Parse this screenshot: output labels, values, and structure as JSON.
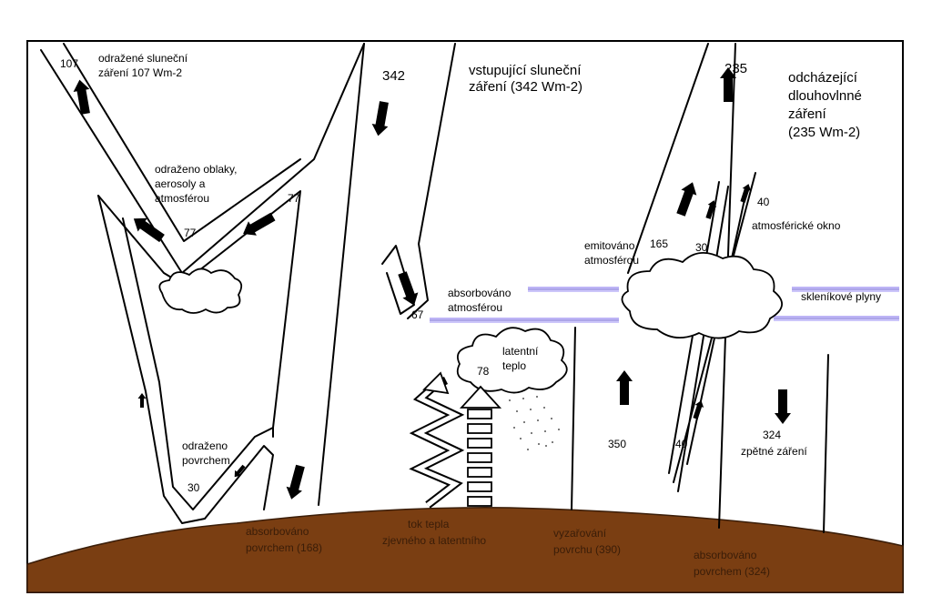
{
  "colors": {
    "ground": "#7a3e12",
    "ground_edge": "#3a1d08",
    "band": "#7b68ee",
    "ink": "#000000"
  },
  "labels": {
    "reflected_solar_value": "107",
    "reflected_solar_line1": "odražené sluneční",
    "reflected_solar_line2": "záření 107 Wm-2",
    "incoming_value": "342",
    "incoming_line1": "vstupující sluneční",
    "incoming_line2": "záření (342 Wm-2)",
    "outgoing_value": "235",
    "outgoing_line1": "odcházející",
    "outgoing_line2": "dlouhovlnné",
    "outgoing_line3": "záření",
    "outgoing_line4": "(235 Wm-2)",
    "clouds_reflect_line1": "odraženo oblaky,",
    "clouds_reflect_line2": "aerosoly a",
    "clouds_reflect_line3": "atmosférou",
    "clouds_reflect_value_in": "77",
    "clouds_reflect_value_out": "77",
    "surface_reflect_line1": "odraženo",
    "surface_reflect_line2": "povrchem",
    "surface_reflect_value": "30",
    "absorbed_atm_line1": "absorbováno",
    "absorbed_atm_line2": "atmosférou",
    "absorbed_atm_value": "67",
    "latent_line1": "latentní",
    "latent_line2": "teplo",
    "latent_value": "78",
    "emitted_atm_line1": "emitováno",
    "emitted_atm_line2": "atmosférou",
    "emitted_atm_value": "165",
    "window_value_in": "30",
    "window_value_top": "40",
    "window_label": "atmosférické okno",
    "greenhouse_label": "skleníkové plyny",
    "surface_emit_value": "350",
    "window_value_bottom": "40",
    "back_radiation_value": "324",
    "back_radiation_label": "zpětné záření",
    "absorbed_surface_line1": "absorbováno",
    "absorbed_surface_line2": "povrchem (168)",
    "heat_flux_line1": "tok tepla",
    "heat_flux_line2": "zjevného  a   latentního",
    "surface_radiation_line1": "vyzařování",
    "surface_radiation_line2": "povrchu (390)",
    "absorbed_surface2_line1": "absorbováno",
    "absorbed_surface2_line2": "povrchem (324)"
  }
}
